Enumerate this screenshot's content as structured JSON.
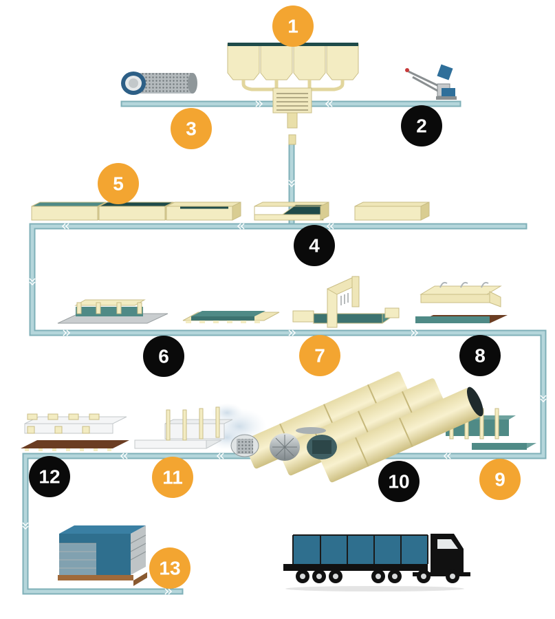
{
  "colors": {
    "orange": "#f3a531",
    "black": "#0a0a0a",
    "belt": "#a9cdd3",
    "belt_edge": "#7fb0b8",
    "cream": "#f3ecc2",
    "cream_dark": "#d9cd92",
    "teal": "#4f8a86",
    "dark_teal": "#1f4b4a",
    "brown": "#6b3d22",
    "truck_blue": "#2f6f8e",
    "steel": "#b8bdbf"
  },
  "steps": [
    {
      "label": "1",
      "style": "orange"
    },
    {
      "label": "2",
      "style": "black"
    },
    {
      "label": "3",
      "style": "orange"
    },
    {
      "label": "4",
      "style": "black"
    },
    {
      "label": "5",
      "style": "orange"
    },
    {
      "label": "6",
      "style": "black"
    },
    {
      "label": "7",
      "style": "orange"
    },
    {
      "label": "8",
      "style": "black"
    },
    {
      "label": "9",
      "style": "orange"
    },
    {
      "label": "10",
      "style": "black"
    },
    {
      "label": "11",
      "style": "orange"
    },
    {
      "label": "12",
      "style": "black"
    },
    {
      "label": "13",
      "style": "orange"
    }
  ],
  "icons": {
    "silos": "silo-battery-icon",
    "crane": "lime-crane-icon",
    "drum": "mesh-drum-icon",
    "mixer": "mixer-icon",
    "molds": "mold-box-icon",
    "cutter": "cutting-machine-icon",
    "autoclave": "autoclave-tube-icon",
    "pallet": "block-pallet-icon",
    "truck": "delivery-truck-icon"
  }
}
